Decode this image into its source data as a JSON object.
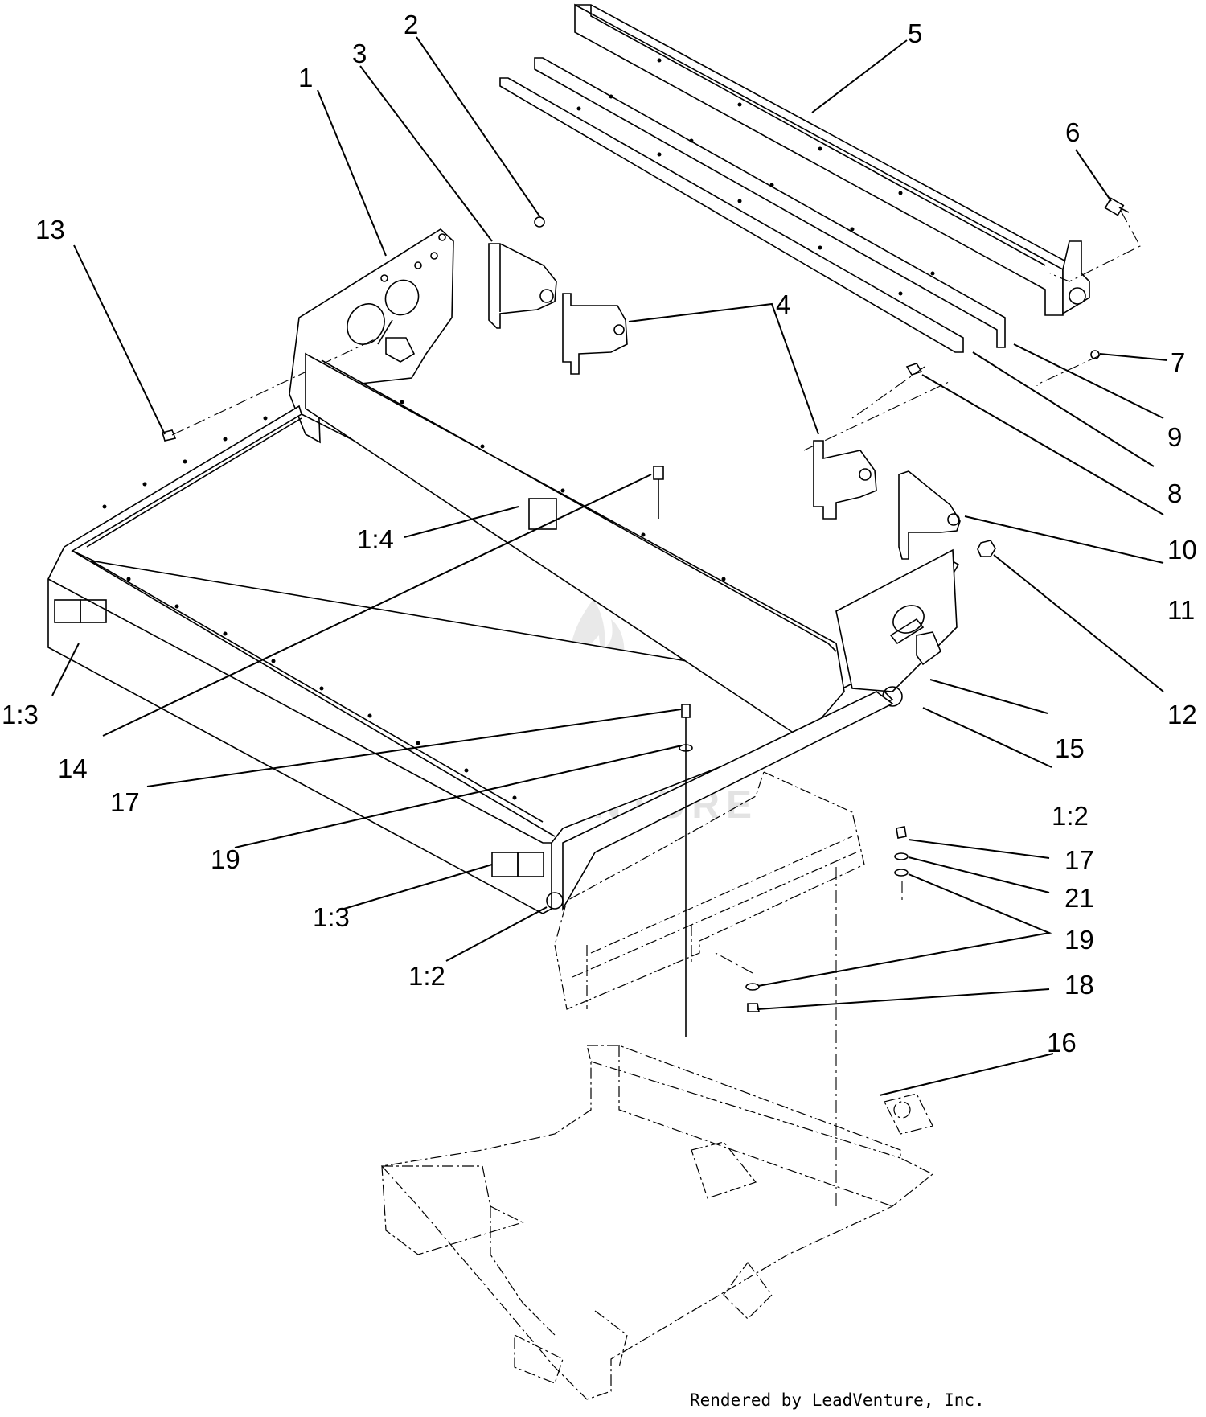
{
  "callouts": [
    "1",
    "2",
    "3",
    "4",
    "5",
    "6",
    "7",
    "8",
    "9",
    "10",
    "11",
    "12",
    "13",
    "14",
    "15",
    "16",
    "17",
    "19",
    "1:4",
    "1:3",
    "1:3",
    "1:2",
    "1:2",
    "17",
    "21",
    "19",
    "18"
  ],
  "watermark": "LEADVENTURE",
  "footer": "Rendered by LeadVenture, Inc."
}
